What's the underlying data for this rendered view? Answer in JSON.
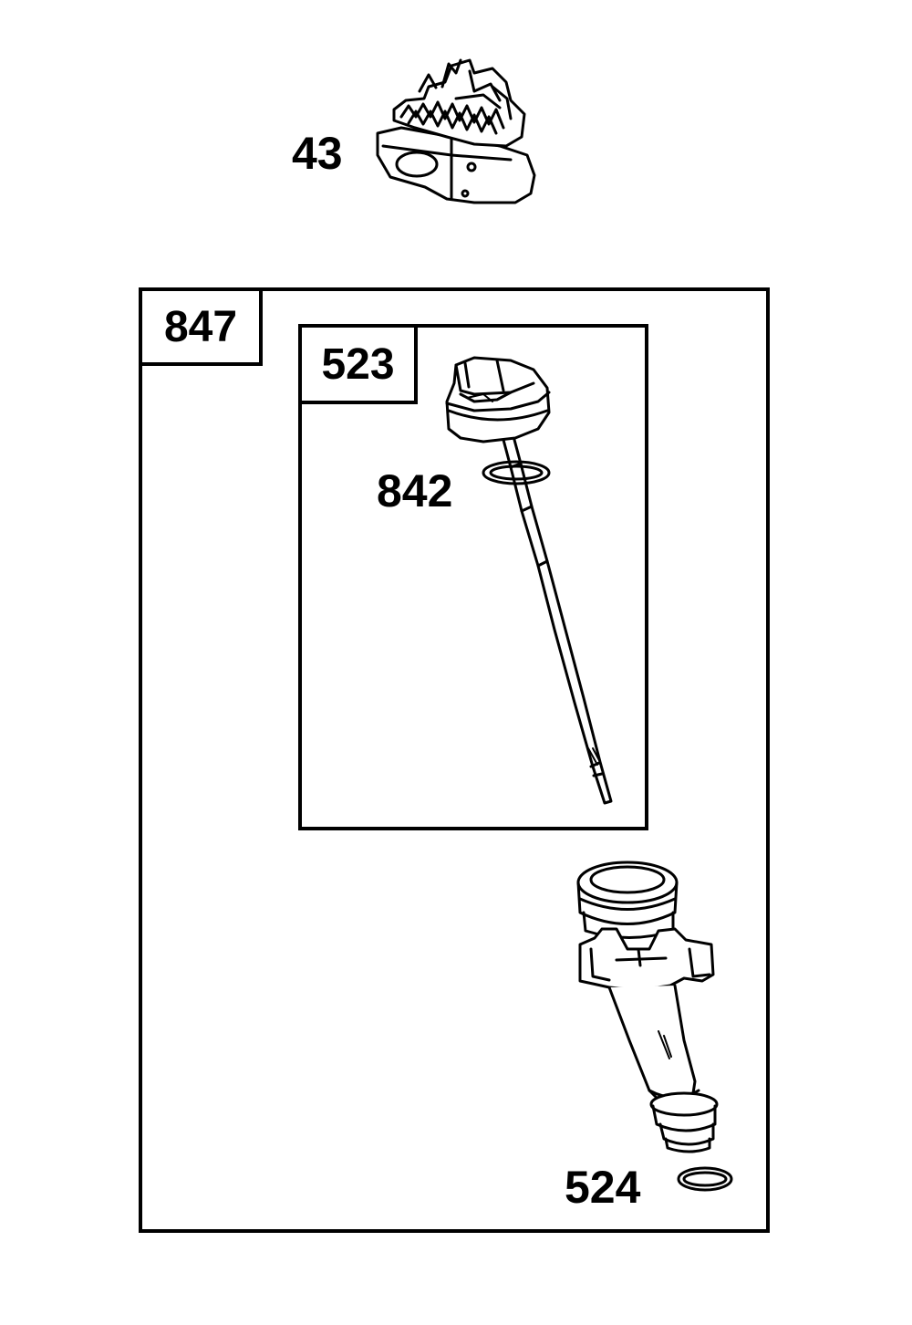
{
  "colors": {
    "line": "#000000",
    "background": "#ffffff"
  },
  "labels": {
    "governor_gear": "43",
    "kit_outer": "847",
    "kit_inner": "523",
    "o_ring_dipstick": "842",
    "dipstick_tube": "524"
  },
  "parts": {
    "governor_gear_icon": "governor-gear-assembly",
    "dipstick_icon": "dipstick",
    "tube_icon": "dipstick-tube",
    "o_ring_icon": "o-ring"
  }
}
